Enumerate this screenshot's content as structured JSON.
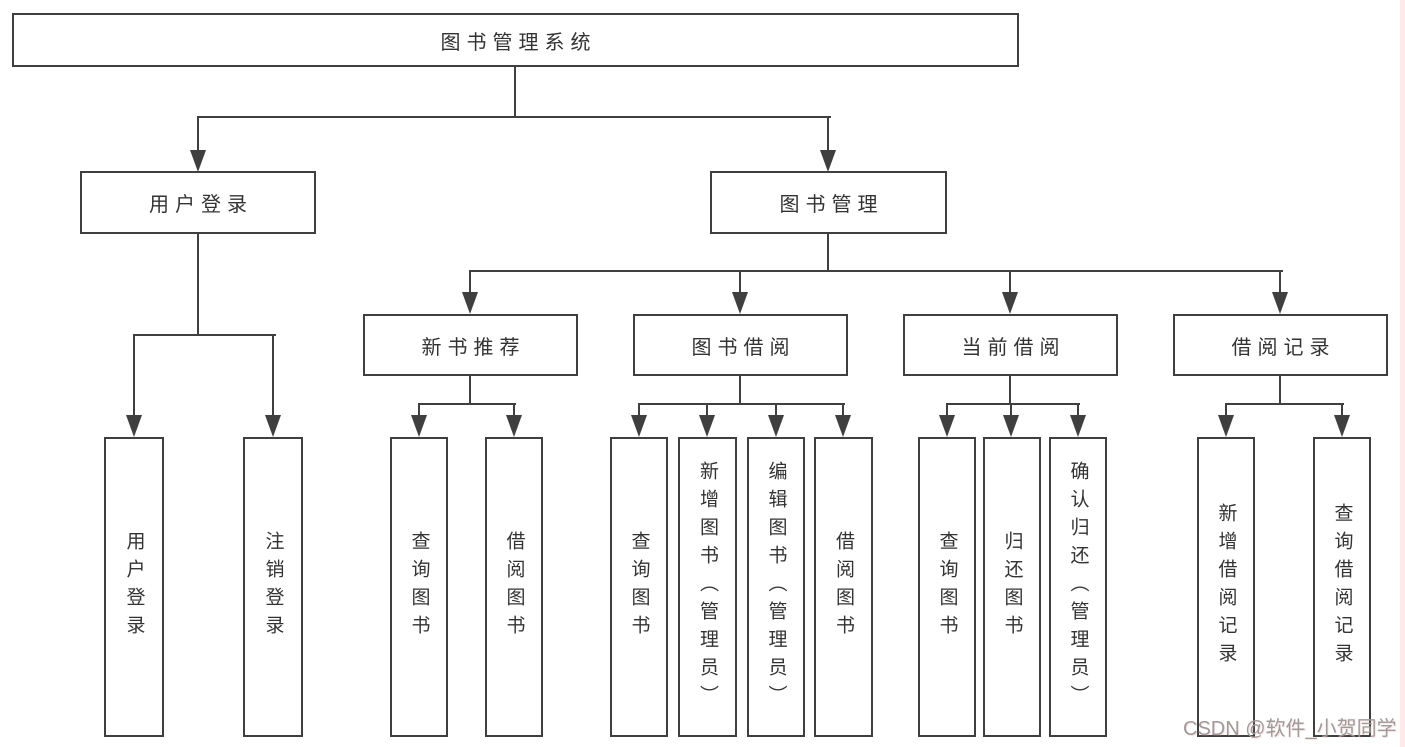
{
  "tree": {
    "root": {
      "label": "图书管理系统"
    },
    "l1": [
      {
        "label": "用户登录"
      },
      {
        "label": "图书管理"
      }
    ],
    "l2": [
      {
        "label": "新书推荐"
      },
      {
        "label": "图书借阅"
      },
      {
        "label": "当前借阅"
      },
      {
        "label": "借阅记录"
      }
    ],
    "leaves": {
      "user_login": [
        {
          "label": "用户登录"
        },
        {
          "label": "注销登录"
        }
      ],
      "new_books": [
        {
          "label": "查询图书"
        },
        {
          "label": "借阅图书"
        }
      ],
      "book_borrow": [
        {
          "label": "查询图书"
        },
        {
          "label": "新增图书（管理员）"
        },
        {
          "label": "编辑图书（管理员）"
        },
        {
          "label": "借阅图书"
        }
      ],
      "current_borrow": [
        {
          "label": "查询图书"
        },
        {
          "label": "归还图书"
        },
        {
          "label": "确认归还（管理员）"
        }
      ],
      "borrow_records": [
        {
          "label": "新增借阅记录"
        },
        {
          "label": "查询借阅记录"
        }
      ]
    }
  },
  "watermark": {
    "text": "CSDN @软件_小贺同学"
  },
  "colors": {
    "line": "#3f3f3f",
    "text": "#333333",
    "background": "#ffffff",
    "watermark": "#9c9c9c",
    "edge_strip": "#ffe9e9"
  }
}
